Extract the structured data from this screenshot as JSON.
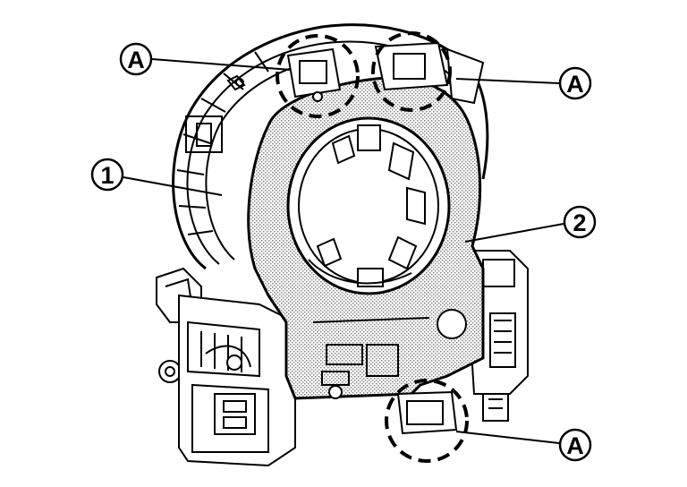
{
  "diagram": {
    "callouts": [
      {
        "id": "A-top-left",
        "text": "A"
      },
      {
        "id": "A-top-right",
        "text": "A"
      },
      {
        "id": "one",
        "text": "1"
      },
      {
        "id": "two",
        "text": "2"
      },
      {
        "id": "A-bottom",
        "text": "A"
      }
    ]
  },
  "colors": {
    "stroke": "#000000",
    "background": "#ffffff",
    "stipple": "#9a9a9a"
  }
}
